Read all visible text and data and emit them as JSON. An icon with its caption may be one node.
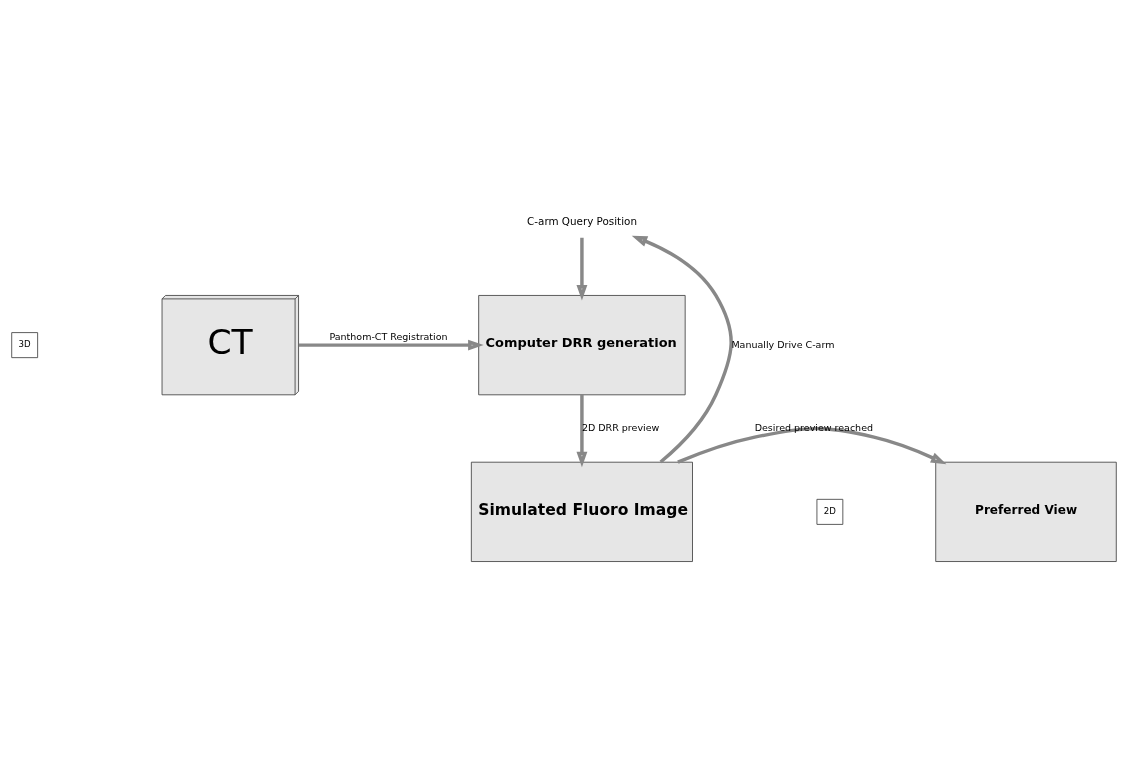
{
  "diagram": {
    "nodes": [
      {
        "text": [
          "3D"
        ]
      },
      {
        "text": [
          "CT"
        ]
      },
      {
        "text": [
          "C-arm Query Position"
        ]
      },
      {
        "text": [
          "Computer DRR generation"
        ]
      },
      {
        "text": [
          "Simulated Fluoro Image"
        ]
      },
      {
        "text": [
          "Preferred View"
        ]
      },
      {
        "text": [
          "2D"
        ]
      }
    ],
    "edges": [
      {
        "from": 1,
        "to": 3,
        "arrow": "to",
        "label": "Panthom-CT Registration"
      },
      {
        "from": 2,
        "to": 3,
        "arrow": "to"
      },
      {
        "from": 3,
        "to": 4,
        "arrow": "to",
        "label": "2D DRR preview"
      },
      {
        "from": 4,
        "to": 2,
        "arrow": "to",
        "label": "Manually Drive C-arm"
      },
      {
        "from": 4,
        "to": 5,
        "arrow": "to",
        "label": "Desired preview reached"
      }
    ]
  }
}
